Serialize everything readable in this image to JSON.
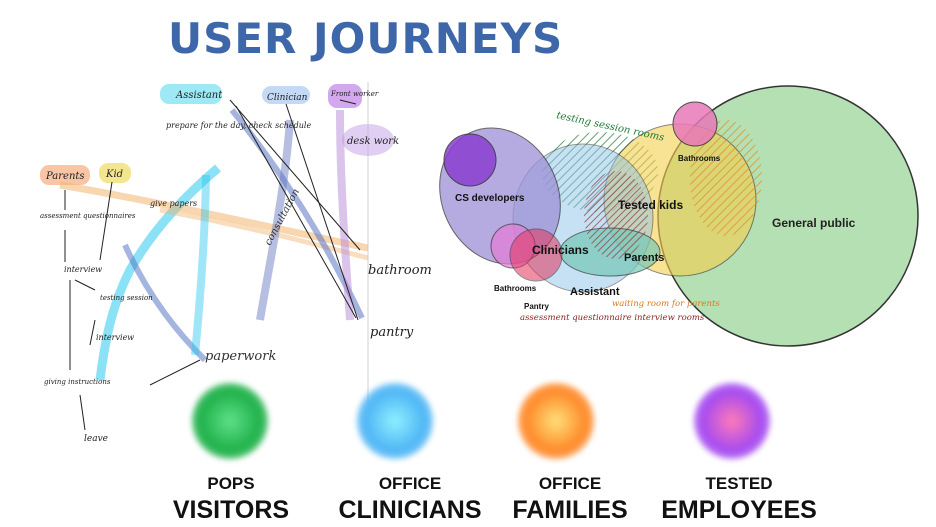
{
  "title": "USER JOURNEYS",
  "sketch": {
    "roles": {
      "assistant": "Assistant",
      "clinician": "Clinician",
      "front_worker": "Front worker",
      "parents": "Parents",
      "kid": "Kid"
    },
    "notes": {
      "prepare": "prepare for the day, check schedule",
      "desk_work": "desk work",
      "give_papers": "give papers",
      "assessment": "assessment questionnaires",
      "interview1": "interview",
      "testing_session": "testing session",
      "interview2": "interview",
      "giving_instructions": "giving instructions",
      "leave": "leave",
      "consultation": "consultation",
      "paperwork": "paperwork",
      "bathroom": "bathroom",
      "pantry": "pantry"
    }
  },
  "venn": {
    "labels": {
      "cs_developers": "CS developers",
      "tested_kids": "Tested kids",
      "general_public": "General public",
      "bathrooms_top": "Bathrooms",
      "clinicians": "Clinicians",
      "parents": "Parents",
      "assistant": "Assistant",
      "bathrooms_bottom": "Bathrooms",
      "pantry": "Pantry"
    },
    "handnotes": {
      "testing_rooms": "testing session rooms",
      "assessment_rooms": "assessment questionnaire interview rooms",
      "waiting_room": "waiting room for parents"
    }
  },
  "personas": [
    {
      "top": "POPS",
      "main": "VISITORS",
      "color": "#1fb14a"
    },
    {
      "top": "OFFICE",
      "main": "CLINICIANS",
      "color": "#4fb6f5"
    },
    {
      "top": "OFFICE",
      "main": "FAMILIES",
      "color": "#ff8a2a"
    },
    {
      "top": "TESTED",
      "main": "EMPLOYEES",
      "color": "#a64bf0"
    }
  ]
}
